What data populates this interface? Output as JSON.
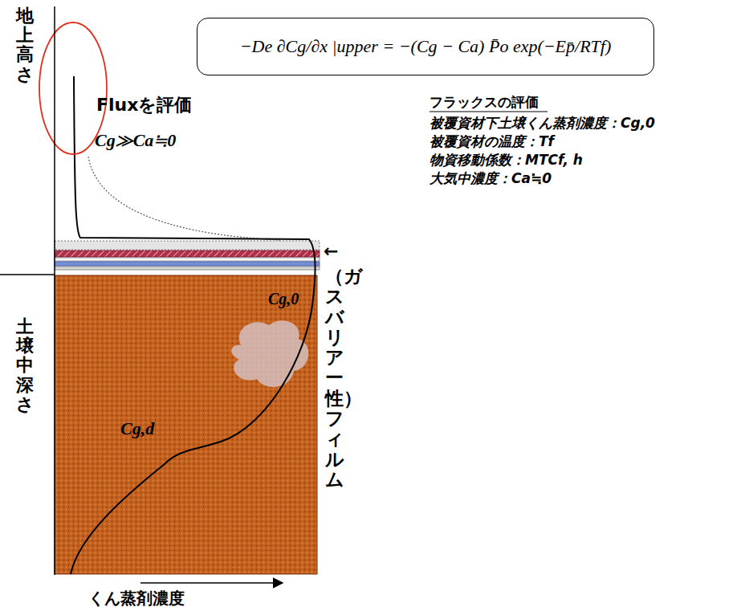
{
  "diagram": {
    "nodes": [
      {
        "text": [
          "−De ∂Cg/∂x |upper = −(Cg − Ca) P̄o exp(−Ep̄/RTf)"
        ]
      },
      {
        "text": [
          "Cg,0",
          "Cg,d"
        ]
      }
    ],
    "labels": [
      "地上高さ",
      "土壌中深さ",
      "くん蒸剤濃度",
      "Fluxを評価",
      "Cg≫Ca≒0",
      "←",
      "（ガスバリアー性）フィルム",
      "フラックスの評価",
      "被覆資材下土壌くん蒸剤濃度：Cg,0",
      "被覆資材の温度：Tf",
      "物資移動係数：MTCf, h",
      "大気中濃度：Ca≒0"
    ]
  }
}
